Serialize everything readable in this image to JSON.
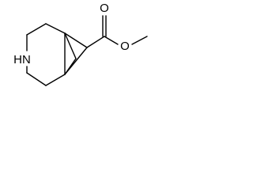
{
  "molecule": {
    "atom_labels": {
      "nitrogen_amine": "HN",
      "oxygen_carbonyl": "O",
      "oxygen_ester": "O"
    }
  }
}
